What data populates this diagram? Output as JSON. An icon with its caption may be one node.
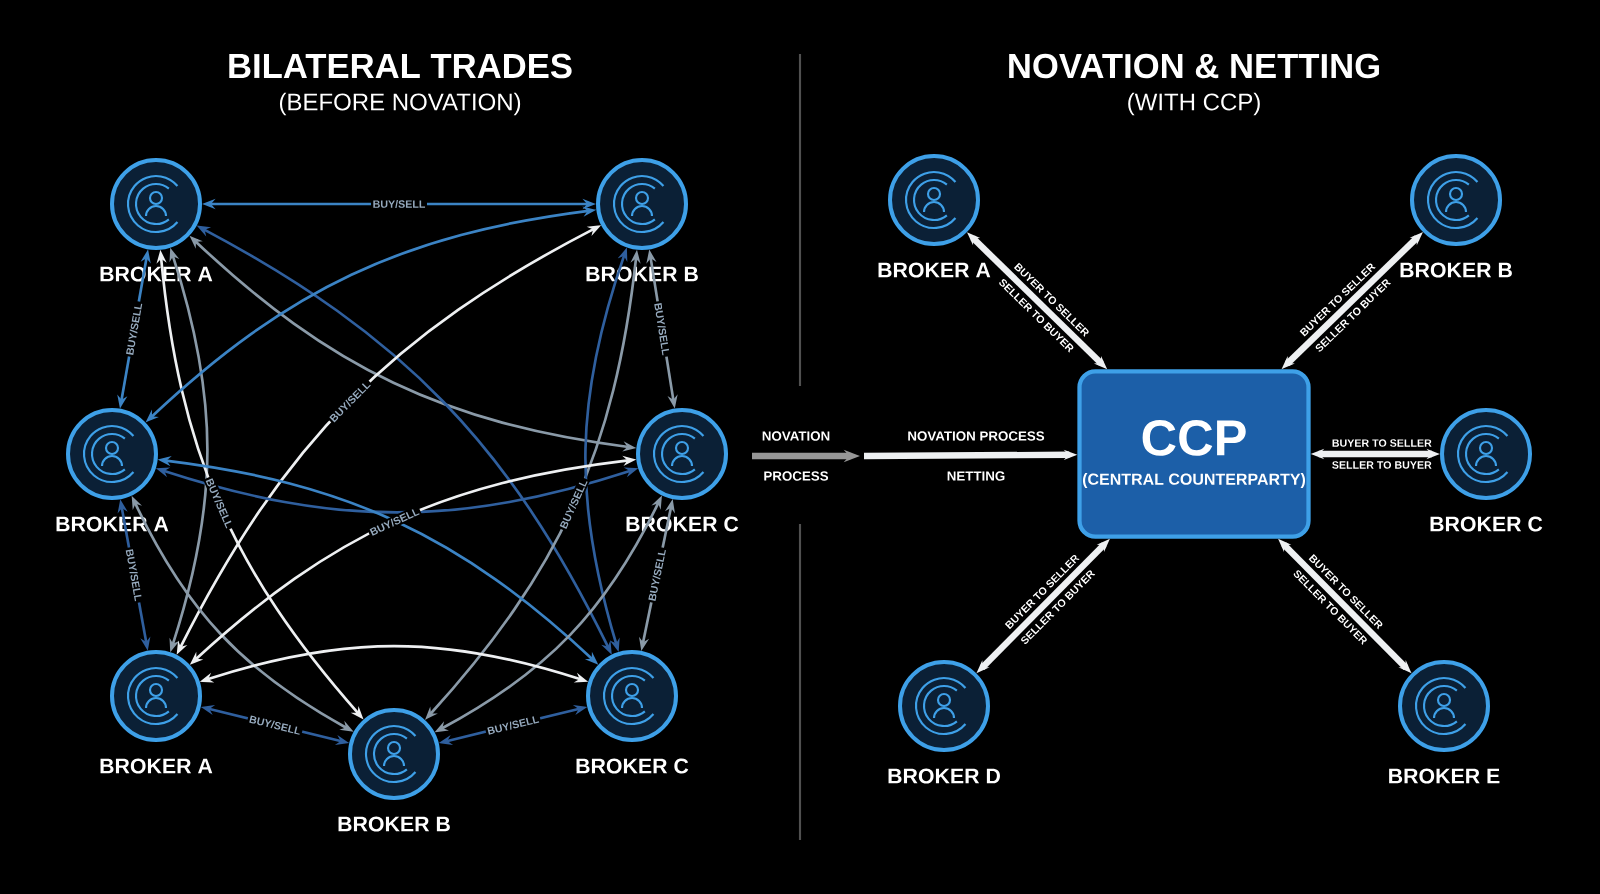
{
  "diagram": {
    "nodes": [
      {
        "text": [
          "BROKER A"
        ]
      },
      {
        "text": [
          "BROKER B"
        ]
      },
      {
        "text": [
          "BROKER A"
        ]
      },
      {
        "text": [
          "BROKER C"
        ]
      },
      {
        "text": [
          "BROKER A"
        ]
      },
      {
        "text": [
          "BROKER B"
        ]
      },
      {
        "text": [
          "BROKER C"
        ]
      },
      {
        "text": [
          "BROKER A"
        ]
      },
      {
        "text": [
          "BROKER B"
        ]
      },
      {
        "text": [
          "CCP",
          "(CENTRAL COUNTERPARTY)"
        ]
      },
      {
        "text": [
          "BROKER C"
        ]
      },
      {
        "text": [
          "BROKER D"
        ]
      },
      {
        "text": [
          "BROKER E"
        ]
      }
    ],
    "edges": [
      {
        "from": 0,
        "to": 1,
        "arrow": "both",
        "label": "BUY/SELL",
        "color": "#3b83c4"
      },
      {
        "from": 0,
        "to": 2,
        "arrow": "both",
        "label": "BUY/SELL",
        "color": "#3b83c4"
      },
      {
        "from": 0,
        "to": 3,
        "arrow": "both",
        "color": "#8a9aa8"
      },
      {
        "from": 0,
        "to": 4,
        "arrow": "both",
        "color": "#8a9aa8"
      },
      {
        "from": 0,
        "to": 5,
        "arrow": "both",
        "label": "BUY/SELL"
      },
      {
        "from": 0,
        "to": 6,
        "arrow": "both",
        "color": "#2f5f9e"
      },
      {
        "from": 1,
        "to": 2,
        "arrow": "both",
        "color": "#3b83c4"
      },
      {
        "from": 1,
        "to": 3,
        "arrow": "both",
        "label": "BUY/SELL",
        "color": "#8a9aa8"
      },
      {
        "from": 1,
        "to": 4,
        "arrow": "both",
        "label": "BUY/SELL"
      },
      {
        "from": 1,
        "to": 5,
        "arrow": "both",
        "label": "BUY/SELL",
        "color": "#8a9aa8"
      },
      {
        "from": 1,
        "to": 6,
        "arrow": "both",
        "color": "#2f5f9e"
      },
      {
        "from": 2,
        "to": 3,
        "arrow": "both",
        "color": "#2f5f9e"
      },
      {
        "from": 2,
        "to": 4,
        "arrow": "both",
        "label": "BUY/SELL",
        "color": "#2f5f9e"
      },
      {
        "from": 2,
        "to": 5,
        "arrow": "both",
        "color": "#8a9aa8"
      },
      {
        "from": 2,
        "to": 6,
        "arrow": "both",
        "color": "#3b83c4"
      },
      {
        "from": 3,
        "to": 4,
        "arrow": "both",
        "label": "BUY/SELL"
      },
      {
        "from": 3,
        "to": 5,
        "arrow": "both",
        "color": "#8a9aa8"
      },
      {
        "from": 3,
        "to": 6,
        "arrow": "both",
        "label": "BUY/SELL",
        "color": "#8a9aa8"
      },
      {
        "from": 4,
        "to": 5,
        "arrow": "both",
        "label": "BUY/SELL",
        "color": "#2f5f9e"
      },
      {
        "from": 4,
        "to": 6,
        "arrow": "both"
      },
      {
        "from": 5,
        "to": 6,
        "arrow": "both",
        "label": "BUY/SELL",
        "color": "#2f5f9e"
      },
      {
        "from": null,
        "to": 9,
        "arrow": "to",
        "label": "NOVATION PROCESS",
        "style": "thick"
      },
      {
        "from": 7,
        "to": 9,
        "arrow": "both",
        "label": "BUYER TO SELLER",
        "style": "thick"
      },
      {
        "from": 8,
        "to": 9,
        "arrow": "both",
        "label": "BUYER TO SELLER",
        "style": "thick"
      },
      {
        "from": 9,
        "to": 10,
        "arrow": "both",
        "label": "BUYER TO SELLER",
        "style": "thick"
      },
      {
        "from": 11,
        "to": 9,
        "arrow": "both",
        "label": "BUYER TO SELLER",
        "style": "thick"
      },
      {
        "from": 12,
        "to": 9,
        "arrow": "both",
        "label": "BUYER TO SELLER",
        "style": "thick"
      }
    ],
    "labels": [
      "BILATERAL TRADES",
      "(BEFORE NOVATION)",
      "NOVATION & NETTING",
      "(WITH CCP)",
      "NOVATION",
      "PROCESS",
      "NETTING",
      "SELLER TO BUYER",
      "SELLER TO BUYER",
      "SELLER TO BUYER",
      "SELLER TO BUYER",
      "SELLER TO BUYER"
    ]
  }
}
